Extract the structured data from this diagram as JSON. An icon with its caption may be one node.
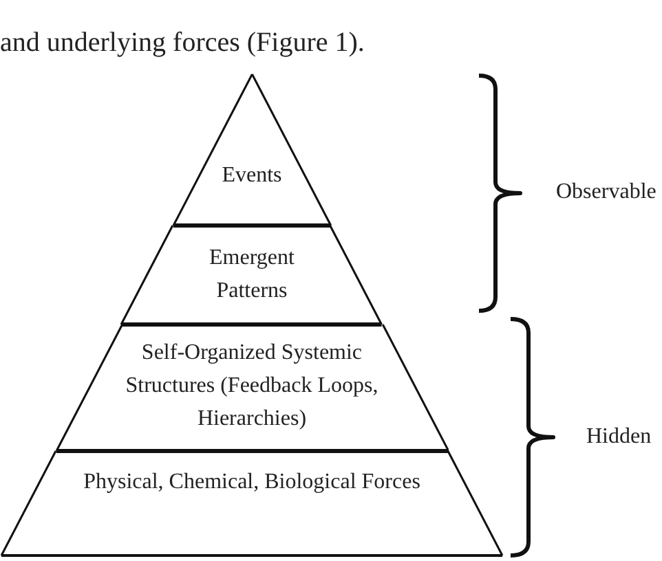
{
  "diagram": {
    "nodes": [
      {
        "text": [
          "Events"
        ]
      },
      {
        "text": [
          "Emergent Patterns"
        ]
      },
      {
        "text": [
          "Self-Organized Systemic Structures (Feedback Loops, Hierarchies)"
        ]
      },
      {
        "text": [
          "Physical, Chemical, Biological Forces"
        ]
      }
    ],
    "labels": [
      "and underlying forces (Figure 1).",
      "Observable",
      "Hidden"
    ]
  }
}
